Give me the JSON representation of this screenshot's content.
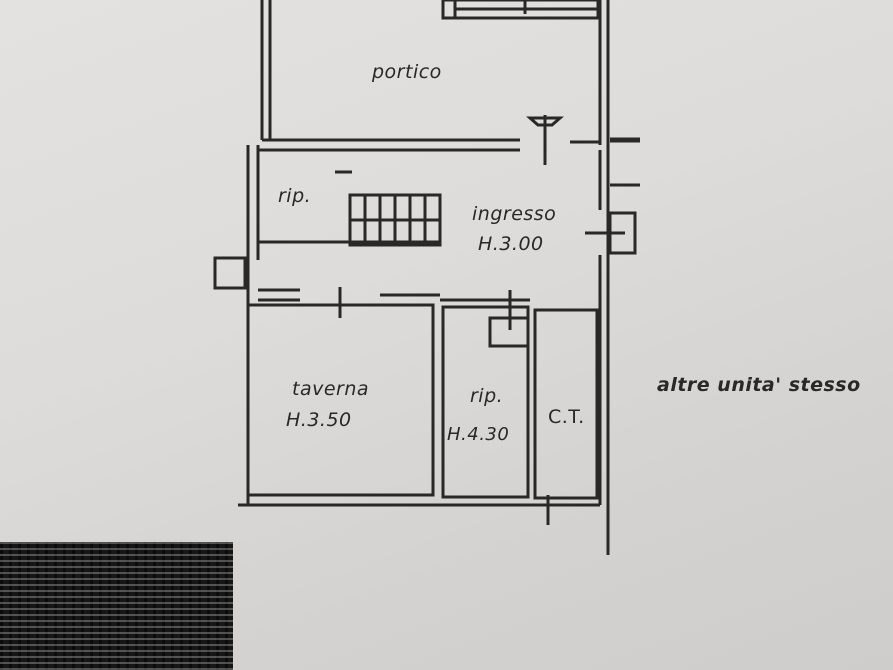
{
  "floor_plan": {
    "rooms": [
      {
        "id": "portico",
        "name": "portico",
        "height": ""
      },
      {
        "id": "ripostiglio-upper",
        "name": "rip.",
        "height": ""
      },
      {
        "id": "ingresso",
        "name": "ingresso",
        "height": "H.3.00"
      },
      {
        "id": "taverna",
        "name": "taverna",
        "height": "H.3.50"
      },
      {
        "id": "ripostiglio-lower",
        "name": "rip.",
        "height": "H.4.30"
      },
      {
        "id": "centrale-termica",
        "name": "C.T.",
        "height": ""
      }
    ],
    "adjacent_note": "altre unita' stesso",
    "colors": {
      "ink": "#2a2826",
      "paper": "#e0dedc",
      "redaction": "#161616"
    }
  }
}
